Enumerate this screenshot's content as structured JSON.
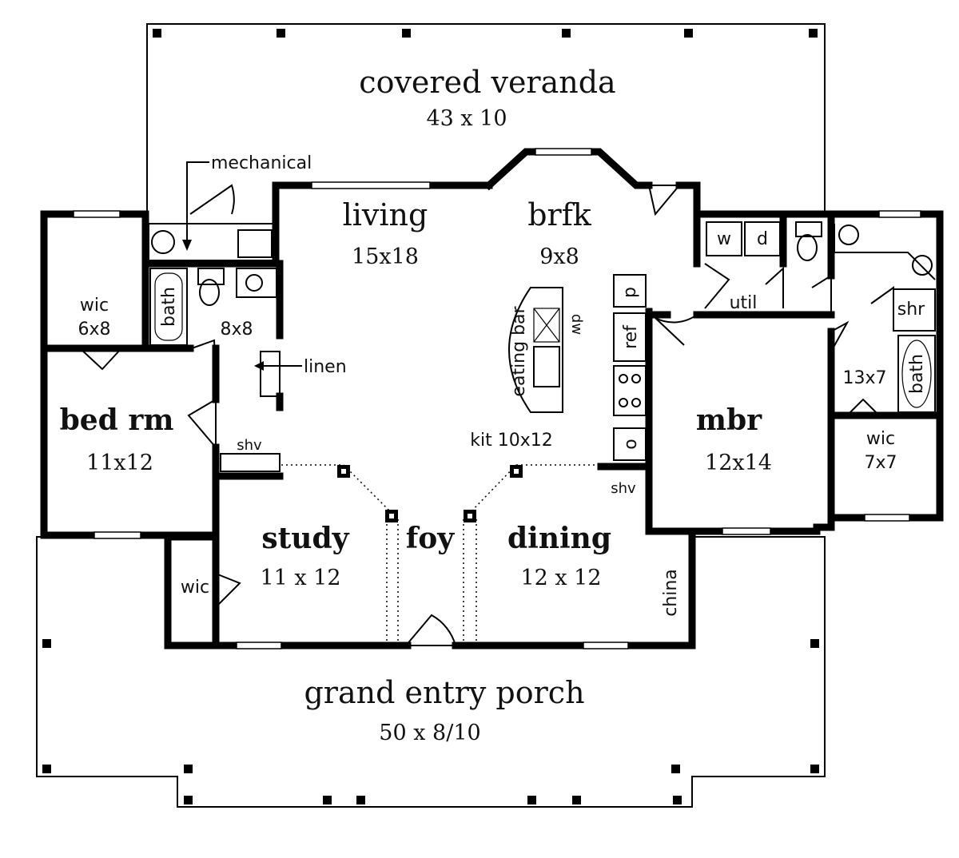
{
  "title": "",
  "rooms": {
    "veranda": {
      "name": "covered veranda",
      "size": "43 x 10"
    },
    "mechanical": "mechanical",
    "living": {
      "name": "living",
      "size": "15x18"
    },
    "brfk": {
      "name": "brfk",
      "size": "9x8"
    },
    "wic_left": {
      "name": "wic",
      "size": "6x8"
    },
    "bath_left": {
      "name": "bath",
      "size": "8x8"
    },
    "linen": "linen",
    "bed": {
      "name": "bed rm",
      "size": "11x12"
    },
    "shv_left": "shv",
    "eating_bar": "eating bar",
    "dw": "dw",
    "ref": "ref",
    "pantry": "p",
    "oven": "o",
    "kit": "kit 10x12",
    "shv_right": "shv",
    "washer": "w",
    "dryer": "d",
    "util": "util",
    "mbath": {
      "size": "13x7"
    },
    "shr": "shr",
    "bath_right": "bath",
    "wic_right": {
      "name": "wic",
      "size": "7x7"
    },
    "mbr": {
      "name": "mbr",
      "size": "12x14"
    },
    "study": {
      "name": "study",
      "size": "11 x 12"
    },
    "foy": "foy",
    "dining": {
      "name": "dining",
      "size": "12 x 12"
    },
    "wic_front": "wic",
    "china": "china",
    "porch": {
      "name": "grand entry porch",
      "size": "50 x 8/10"
    }
  }
}
